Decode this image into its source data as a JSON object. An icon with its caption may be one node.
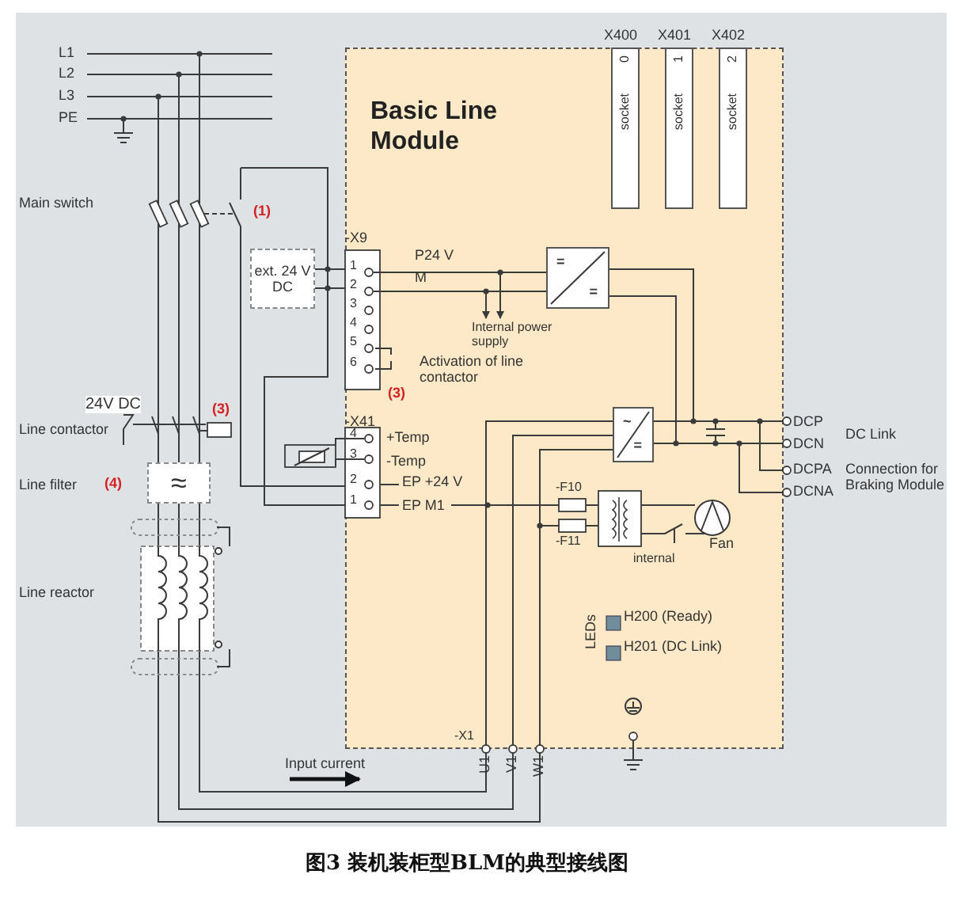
{
  "diagram": {
    "caption": "图3 装机装柜型BLM的典型接线图",
    "nodes": [
      {
        "text": [
          "Basic Line Module"
        ]
      },
      {
        "text": [
          "X400",
          "socket",
          "0"
        ],
        "in": 0
      },
      {
        "text": [
          "X401",
          "socket",
          "1"
        ],
        "in": 0
      },
      {
        "text": [
          "X402",
          "socket",
          "2"
        ],
        "in": 0
      },
      {
        "text": [
          "ext. 24 V DC"
        ]
      },
      {
        "text": [
          "=",
          "="
        ],
        "in": 0
      },
      {
        "text": [
          "≈"
        ]
      },
      {
        "text": [
          "~",
          "="
        ],
        "in": 0
      }
    ],
    "labels": [
      "L1",
      "L2",
      "L3",
      "PE",
      "Main switch",
      "(1)",
      "-X9",
      "1",
      "2",
      "3",
      "4",
      "5",
      "6",
      "P24 V",
      "M",
      "Internal power supply",
      "Activation of line contactor",
      "(3)",
      "24V DC",
      "Line contactor",
      "(3)",
      "Line filter",
      "(4)",
      "Line reactor",
      "-X41",
      "4",
      "3",
      "2",
      "1",
      "+Temp",
      "-Temp",
      "EP +24 V",
      "EP M1",
      "DCP",
      "DC Link",
      "DCN",
      "DCPA",
      "Connection for Braking Module",
      "-F10",
      "DCNA",
      "-F11",
      "internal",
      "Fan",
      "LEDs",
      "H200 (Ready)",
      "H201 (DC Link)",
      "-X1",
      "U1",
      "V1",
      "W1",
      "Input current"
    ]
  }
}
